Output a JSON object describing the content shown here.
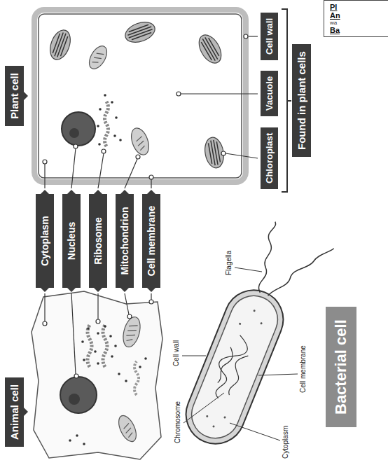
{
  "diagram": {
    "nodes": [
      {
        "text": [
          "Animal cell"
        ]
      },
      {
        "text": [
          "Plant cell"
        ]
      },
      {
        "text": [
          "Cytoplasm"
        ]
      },
      {
        "text": [
          "Nucleus"
        ]
      },
      {
        "text": [
          "Ribosome"
        ]
      },
      {
        "text": [
          "Mitochondrion"
        ]
      },
      {
        "text": [
          "Cell membrane"
        ]
      },
      {
        "text": [
          "Chloroplast"
        ]
      },
      {
        "text": [
          "Vacuole"
        ]
      },
      {
        "text": [
          "Cell wall"
        ]
      },
      {
        "text": [
          "Found in plant cells"
        ]
      },
      {
        "text": [
          "Bacterial cell"
        ]
      },
      {
        "text": [
          "Pl",
          "An",
          "wa",
          "Ba"
        ]
      }
    ],
    "labels": [
      "Chromosome",
      "Cell wall",
      "Flagella",
      "Cytoplasm",
      "Cell membrane"
    ]
  }
}
